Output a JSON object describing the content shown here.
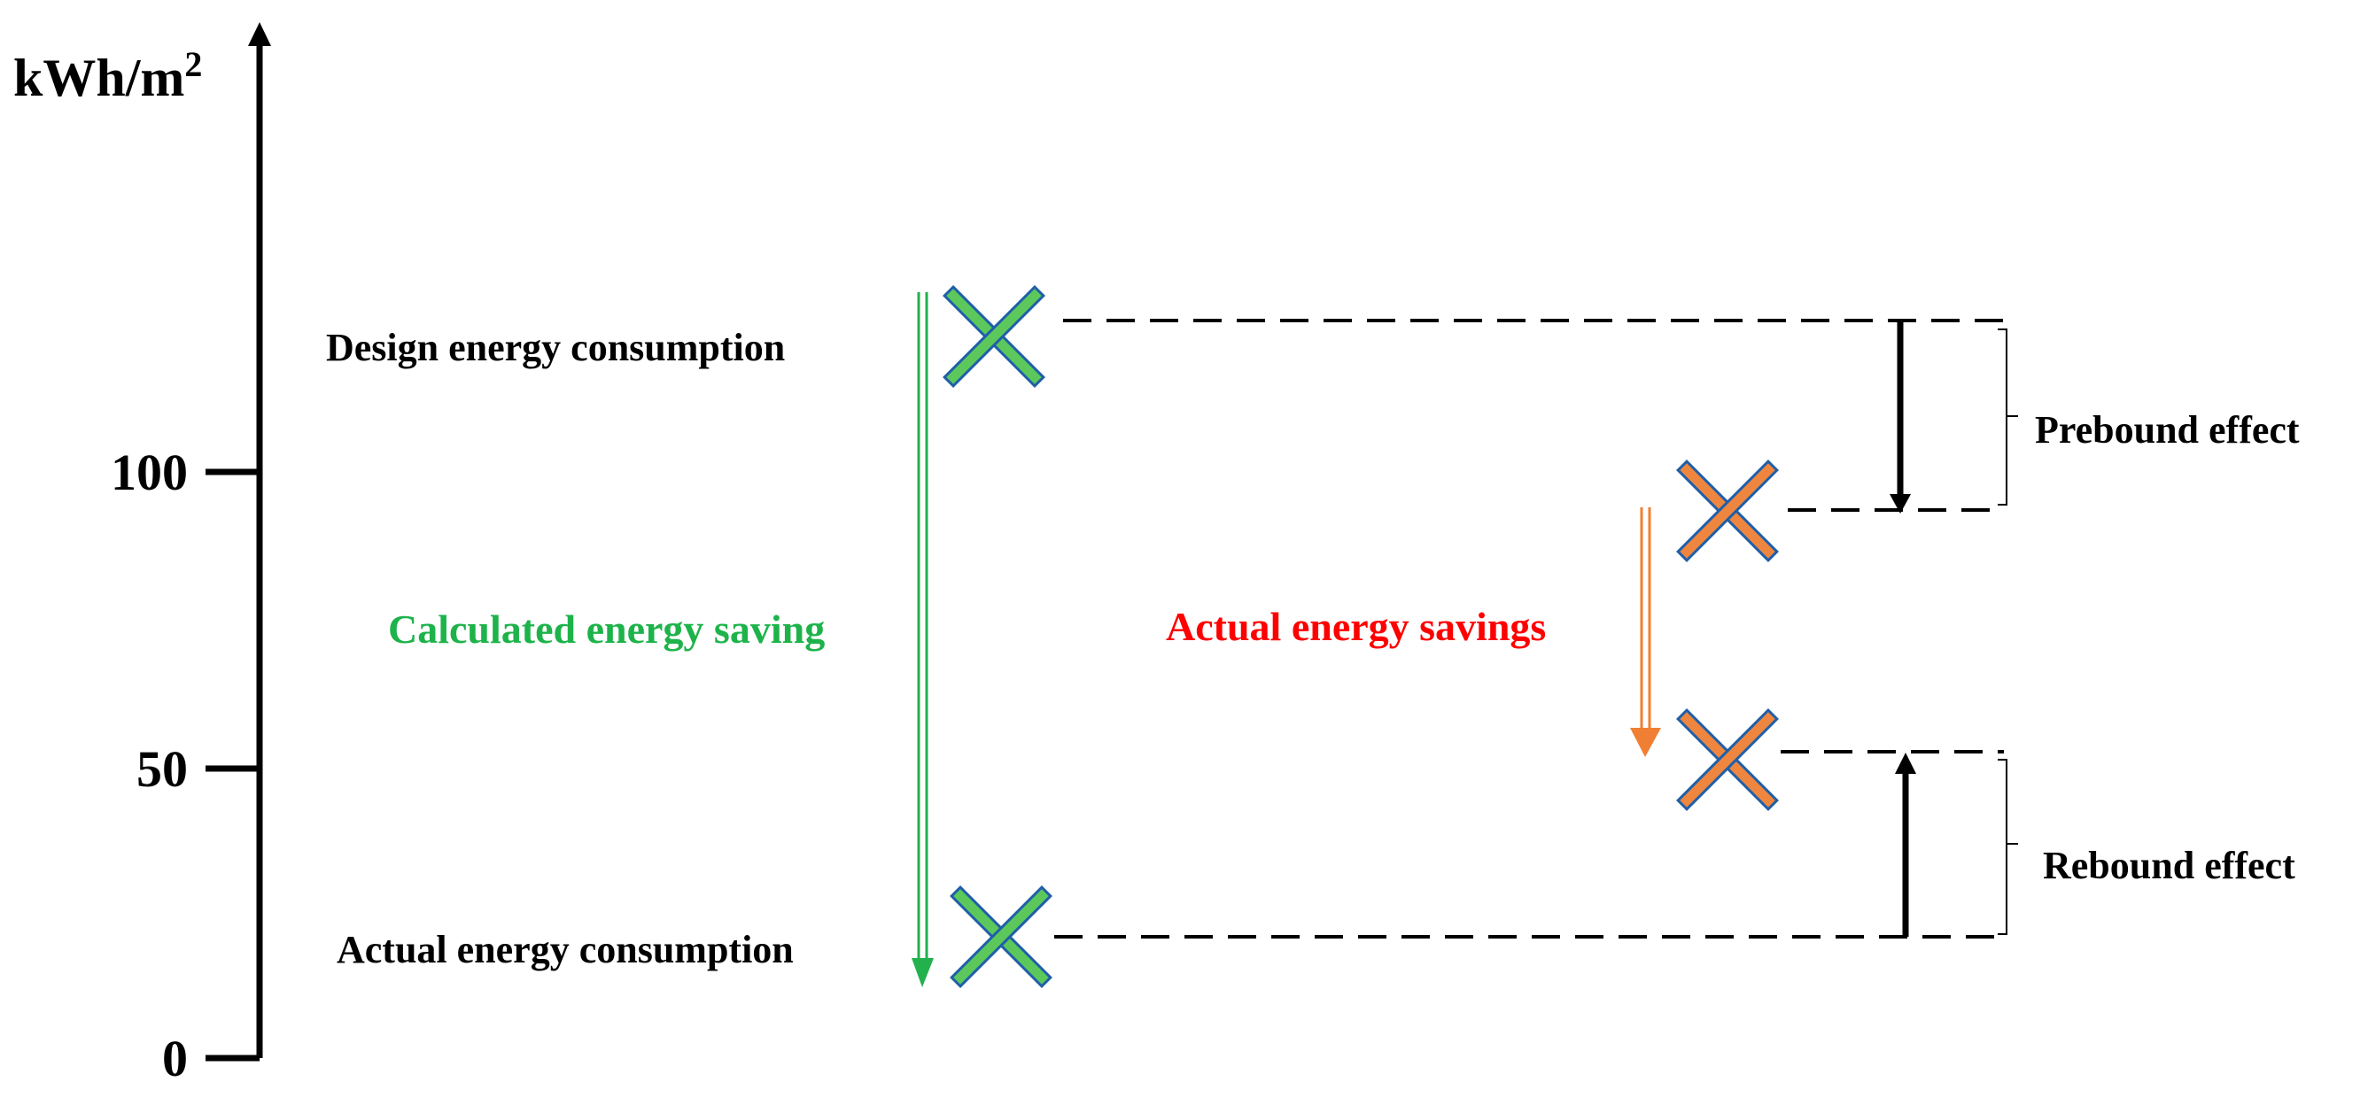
{
  "axis": {
    "unit_base": "kWh/m",
    "unit_exp": "2",
    "ticks": [
      "100",
      "50",
      "0"
    ]
  },
  "labels": {
    "design": "Design energy consumption",
    "actual_consumption": "Actual energy consumption",
    "calculated_saving": "Calculated energy saving",
    "actual_savings": "Actual energy savings",
    "prebound": "Prebound effect",
    "rebound": "Rebound effect"
  },
  "colors": {
    "green_text": "#1db34a",
    "green_arrow": "#22b14c",
    "green_marker": "#5cc85c",
    "orange_arrow": "#f07f33",
    "orange_marker": "#ee8640",
    "marker_outline": "#1f5fa8",
    "red_text": "#ff0000"
  },
  "icons": {
    "green_marker": "x-mark-icon",
    "orange_marker": "x-mark-icon"
  }
}
